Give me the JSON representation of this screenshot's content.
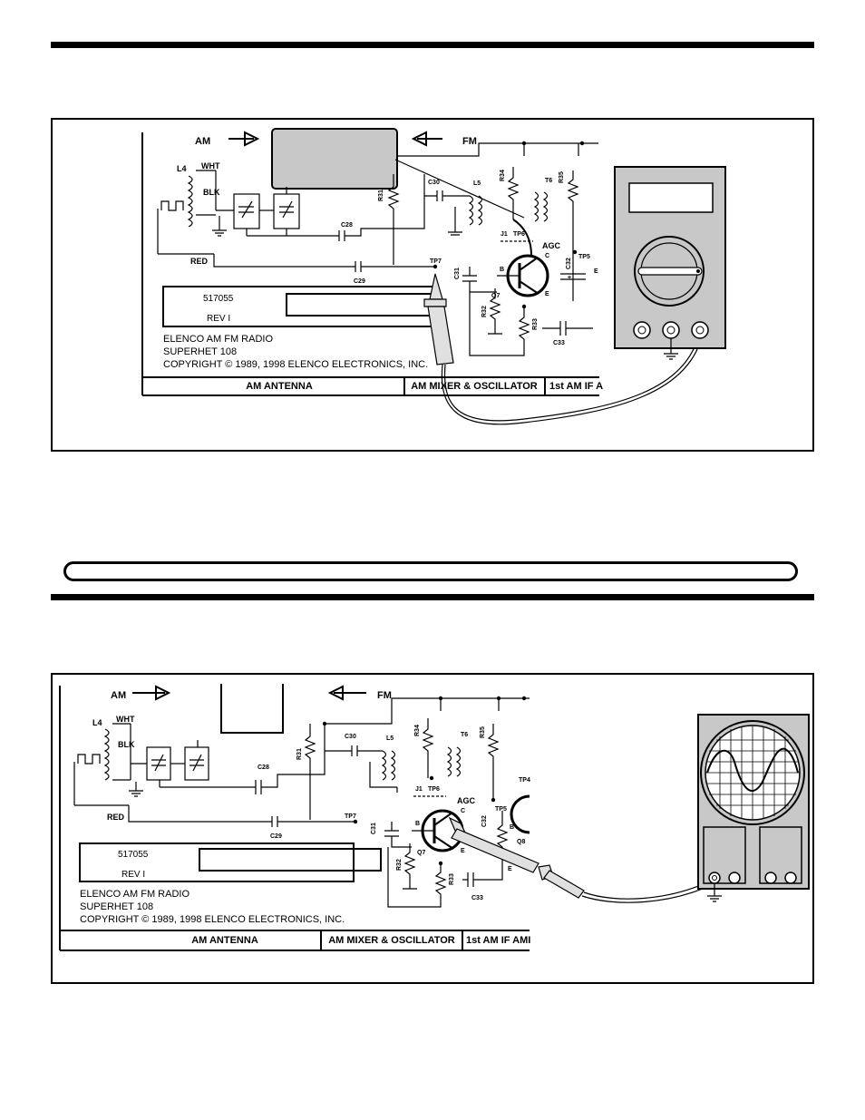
{
  "figure1": {
    "arrow_am": "AM",
    "arrow_fm": "FM",
    "labels": {
      "l4": "L4",
      "wht": "WHT",
      "blk": "BLK",
      "red": "RED",
      "r31": "R31",
      "c28": "C28",
      "c29": "C29",
      "c30": "C30",
      "l5": "L5",
      "r34": "R34",
      "t6": "T6",
      "r35": "R35",
      "j1": "J1",
      "tp6": "TP6",
      "agc": "AGC",
      "tp5": "TP5",
      "tp7": "TP7",
      "c31": "C31",
      "b": "B",
      "c": "C",
      "e": "E",
      "q7": "Q7",
      "r32": "R32",
      "r33": "R33",
      "c32": "C32",
      "c33": "C33",
      "plus": "+",
      "e_edge": "E"
    },
    "board_part": "517055",
    "board_rev": "REV  I",
    "board_lines": [
      "ELENCO AM FM RADIO",
      "SUPERHET 108",
      "COPYRIGHT © 1989, 1998 ELENCO ELECTRONICS, INC."
    ],
    "section_bar": [
      "AM ANTENNA",
      "AM  MIXER & OSCILLATOR",
      "1st AM IF A"
    ]
  },
  "figure2": {
    "arrow_am": "AM",
    "arrow_fm": "FM",
    "labels": {
      "l4": "L4",
      "wht": "WHT",
      "blk": "BLK",
      "red": "RED",
      "r31": "R31",
      "c28": "C28",
      "c29": "C29",
      "c30": "C30",
      "l5": "L5",
      "r34": "R34",
      "t6": "T6",
      "r35": "R35",
      "j1": "J1",
      "tp6": "TP6",
      "agc": "AGC",
      "tp5": "TP5",
      "tp4": "TP4",
      "tp7": "TP7",
      "c31": "C31",
      "b": "B",
      "c": "C",
      "e": "E",
      "q7": "Q7",
      "r32": "R32",
      "r33": "R33",
      "c32": "C32",
      "c33": "C33",
      "b_q8": "B",
      "q8": "Q8",
      "e_edge": "E"
    },
    "board_part": "517055",
    "board_rev": "REV  I",
    "board_lines": [
      "ELENCO AM FM RADIO",
      "SUPERHET 108",
      "COPYRIGHT © 1989, 1998 ELENCO ELECTRONICS, INC."
    ],
    "section_bar": [
      "AM ANTENNA",
      "AM  MIXER & OSCILLATOR",
      "1st AM IF AMI"
    ]
  }
}
